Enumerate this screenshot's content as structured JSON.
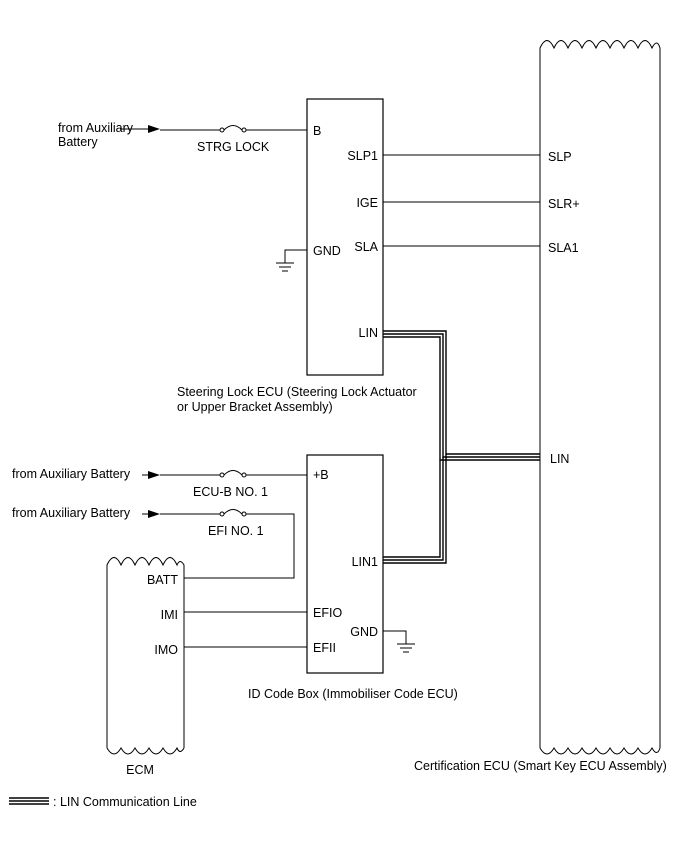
{
  "sources": {
    "aux_top_line1": "from Auxiliary",
    "aux_top_line2": "Battery",
    "aux_ecub": "from Auxiliary Battery",
    "aux_efi": "from Auxiliary Battery"
  },
  "fuses": {
    "strg_lock": "STRG LOCK",
    "ecu_b": "ECU-B NO. 1",
    "efi": "EFI NO. 1"
  },
  "steering_lock_ecu": {
    "pins": {
      "b": "B",
      "slp1": "SLP1",
      "ige": "IGE",
      "gnd": "GND",
      "sla": "SLA",
      "lin": "LIN"
    },
    "name_line1": "Steering Lock ECU (Steering Lock Actuator",
    "name_line2": "or Upper Bracket Assembly)"
  },
  "id_code_box": {
    "pins": {
      "plus_b": "+B",
      "lin1": "LIN1",
      "efio": "EFIO",
      "gnd": "GND",
      "efii": "EFII"
    },
    "name": "ID Code Box (Immobiliser Code ECU)"
  },
  "ecm": {
    "pins": {
      "batt": "BATT",
      "imi": "IMI",
      "imo": "IMO"
    },
    "name": "ECM"
  },
  "certification_ecu": {
    "pins": {
      "slp": "SLP",
      "slr_plus": "SLR+",
      "sla1": "SLA1",
      "lin": "LIN"
    },
    "name": "Certification ECU (Smart Key ECU Assembly)"
  },
  "legend": {
    "lin_line": ": LIN Communication Line"
  }
}
